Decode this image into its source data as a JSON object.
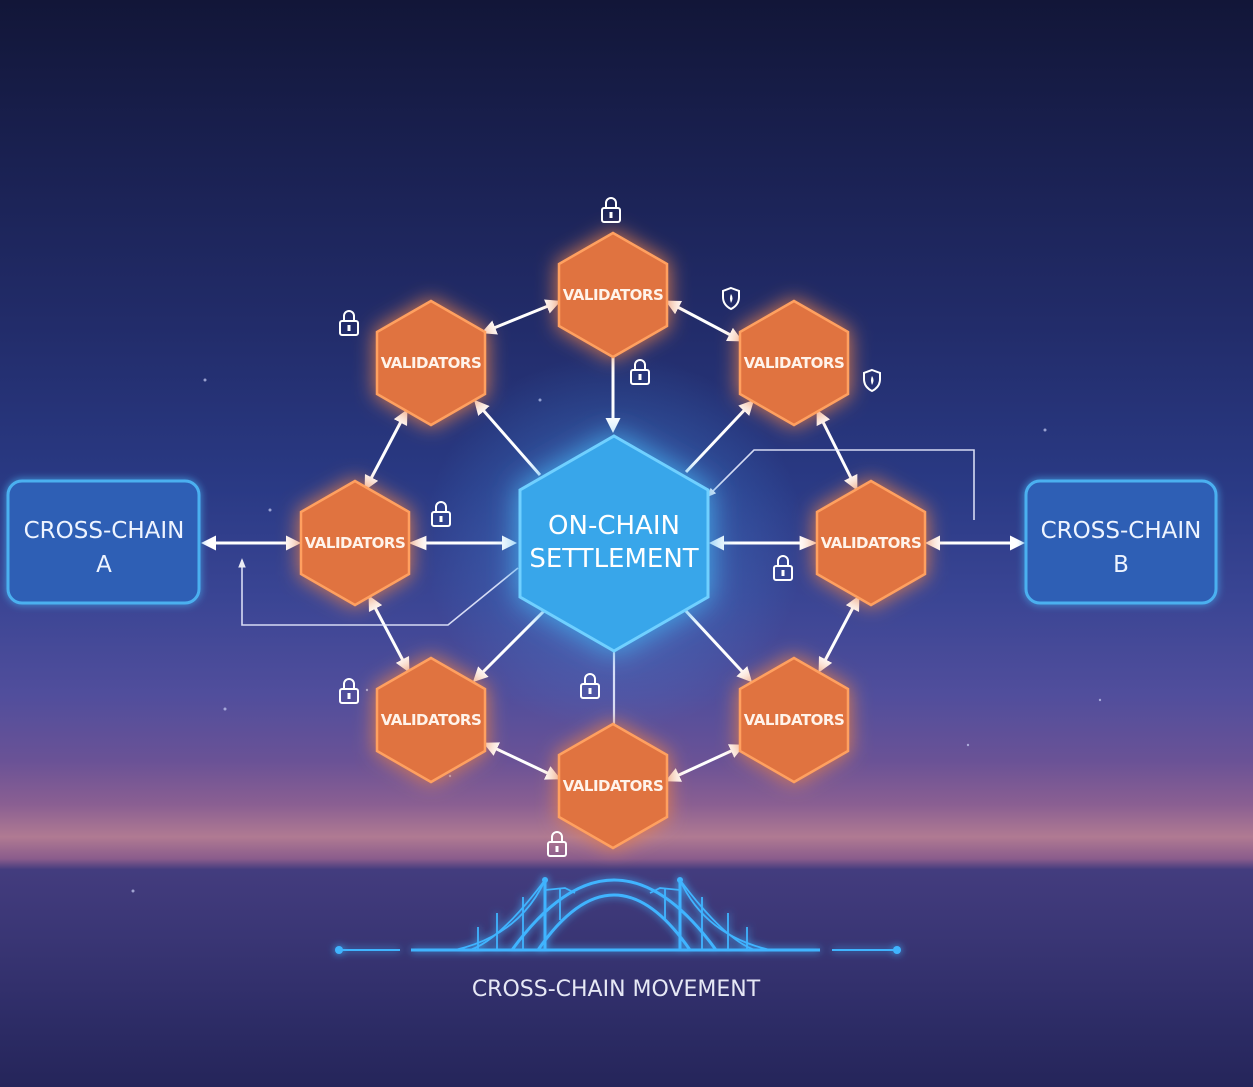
{
  "diagram": {
    "center": {
      "line1": "ON-CHAIN",
      "line2": "SETTLEMENT"
    },
    "validators": [
      {
        "id": "top",
        "label": "VALIDATORS"
      },
      {
        "id": "upper-left",
        "label": "VALIDATORS"
      },
      {
        "id": "upper-right",
        "label": "VALIDATORS"
      },
      {
        "id": "left",
        "label": "VALIDATORS"
      },
      {
        "id": "right",
        "label": "VALIDATORS"
      },
      {
        "id": "lower-left",
        "label": "VALIDATORS"
      },
      {
        "id": "lower-right",
        "label": "VALIDATORS"
      },
      {
        "id": "bottom",
        "label": "VALIDATORS"
      }
    ],
    "chain_a": {
      "line1": "CROSS-CHAIN",
      "line2": "A"
    },
    "chain_b": {
      "line1": "CROSS-CHAIN",
      "line2": "B"
    },
    "caption": "CROSS-CHAIN MOVEMENT",
    "icons": {
      "lock": "lock-icon",
      "shield": "shield-icon",
      "bridge": "bridge-icon"
    },
    "colors": {
      "validator_fill": "#e0733f",
      "settlement_fill": "#39a6ea",
      "chain_box_fill": "#2e5fb5",
      "bridge_glow": "#3fb4ff"
    }
  }
}
